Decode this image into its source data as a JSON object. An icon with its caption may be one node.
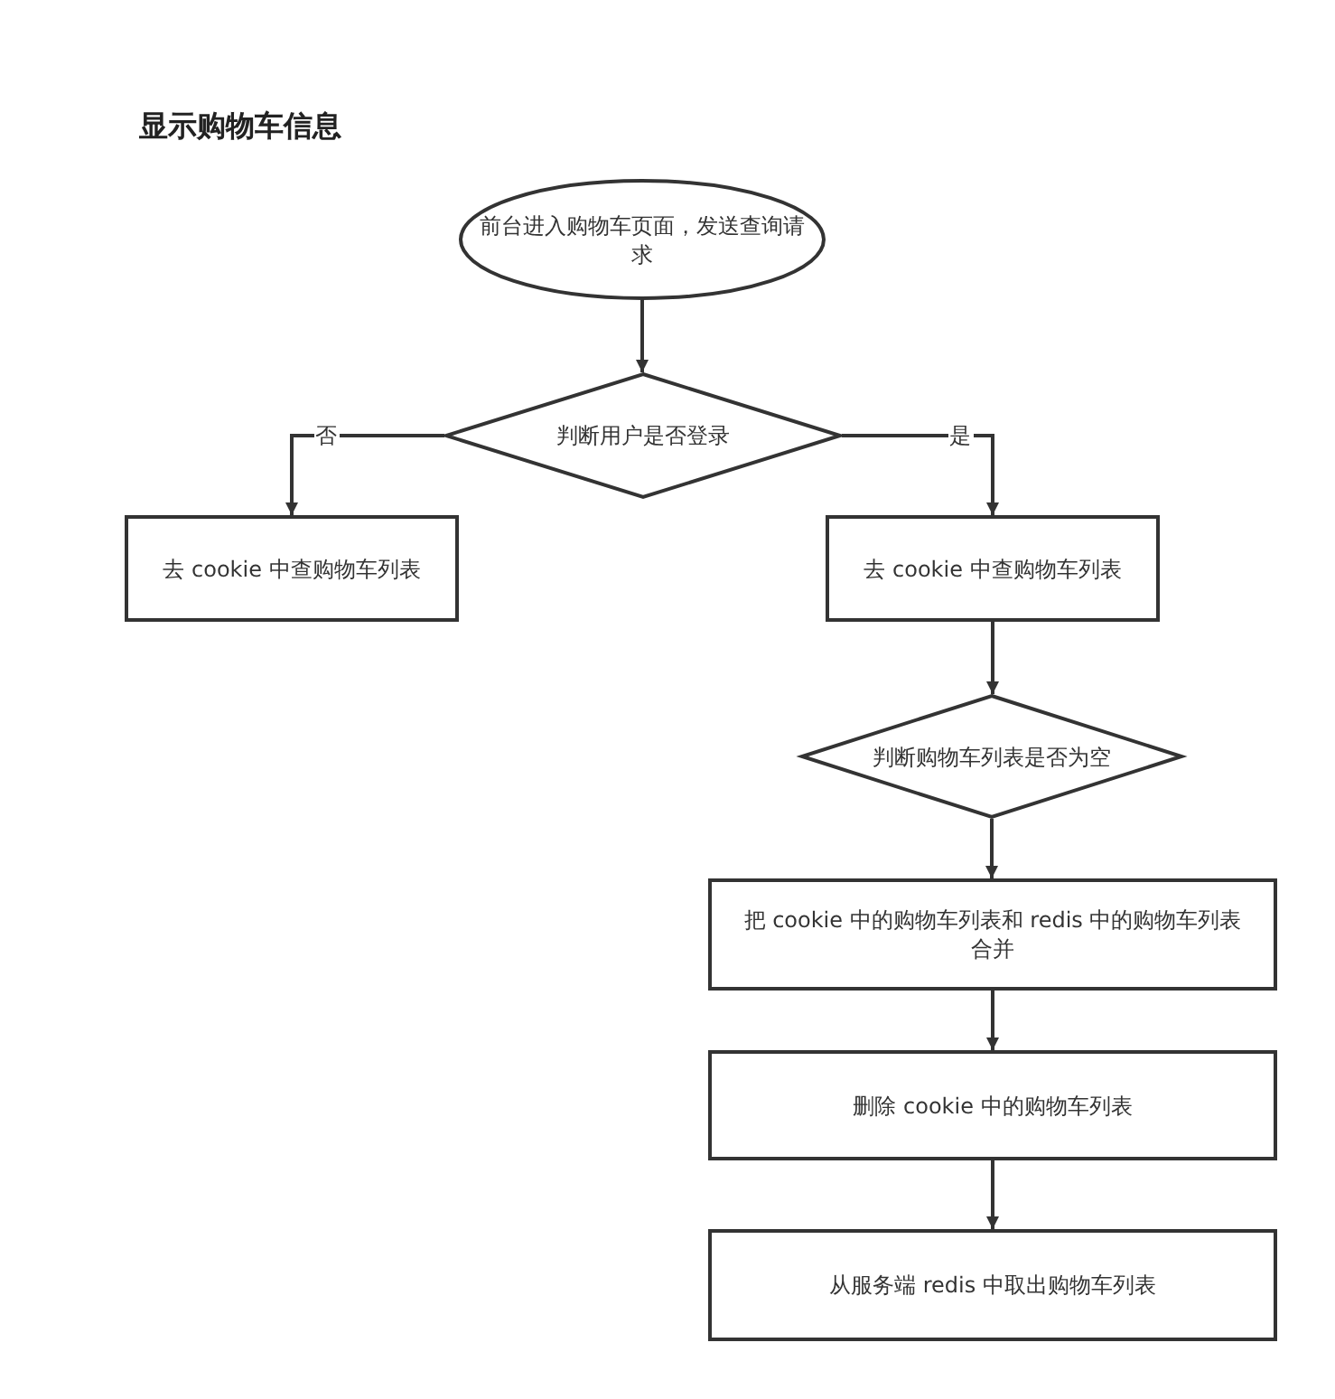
{
  "diagram": {
    "title": "显示购物车信息",
    "nodes": [
      {
        "text": [
          "前台进入购物车页面，发送查询请求"
        ]
      },
      {
        "text": [
          "判断用户是否登录"
        ]
      },
      {
        "text": [
          "去 cookie 中查购物车列表"
        ]
      },
      {
        "text": [
          "去 cookie 中查购物车列表"
        ]
      },
      {
        "text": [
          "判断购物车列表是否为空"
        ]
      },
      {
        "text": [
          "把 cookie 中的购物车列表和 redis 中的购物车列表合并"
        ]
      },
      {
        "text": [
          "删除 cookie 中的购物车列表"
        ]
      },
      {
        "text": [
          "从服务端 redis 中取出购物车列表"
        ]
      }
    ],
    "edges": [
      {
        "from": 0,
        "to": 1,
        "arrow": "to"
      },
      {
        "from": 1,
        "to": 2,
        "arrow": "to",
        "label": "否"
      },
      {
        "from": 1,
        "to": 3,
        "arrow": "to",
        "label": "是"
      },
      {
        "from": 3,
        "to": 4,
        "arrow": "to"
      },
      {
        "from": 4,
        "to": 5,
        "arrow": "to"
      },
      {
        "from": 5,
        "to": 6,
        "arrow": "to"
      },
      {
        "from": 6,
        "to": 7,
        "arrow": "to"
      }
    ]
  }
}
